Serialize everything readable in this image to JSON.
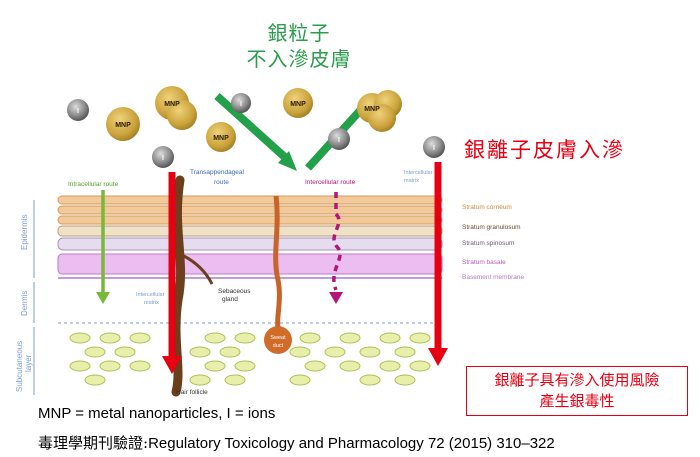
{
  "top_title": {
    "line1": "銀粒子",
    "line2": "不入滲皮膚"
  },
  "right_title": "銀離子皮膚入滲",
  "risk_box": {
    "line1": "銀離子具有滲入使用風險",
    "line2": "產生銀毒性"
  },
  "legend": "MNP = metal nanoparticles, I = ions",
  "citation": {
    "prefix": "毒理學期刊驗證:",
    "source": "Regulatory Toxicology and Pharmacology 72 (2015) 310–322"
  },
  "particles": {
    "mnp_label": "MNP",
    "ion_label": "I"
  },
  "routes": {
    "intracellular": "Intracellular route",
    "transappendageal_1": "Transappendageal",
    "transappendageal_2": "route",
    "intercellular": "Intercellular route",
    "intercellular_matrix_1": "Intercellular",
    "intercellular_matrix_2": "matrix",
    "matrix_top_1": "Intercellular",
    "matrix_top_2": "matrix"
  },
  "layers": {
    "stratum_corneum": "Stratum corneum",
    "stratum_granulosum": "Stratum granulosum",
    "stratum_spinosum": "Stratum spinosum",
    "stratum_basale": "Stratum basale",
    "basement_membrane": "Basement membrane"
  },
  "side_labels": {
    "epidermis": "Epidermis",
    "dermis": "Dermis",
    "subcutaneous_1": "Subcutaneous",
    "subcutaneous_2": "layer"
  },
  "structures": {
    "sebaceous_1": "Sebaceous",
    "sebaceous_2": "gland",
    "sweat_1": "Sweat",
    "sweat_2": "duct",
    "hair_follicle": "Hair follicle"
  },
  "colors": {
    "green_title": "#2a9d4b",
    "red": "#e60012",
    "gold_particle": "#c9a13a",
    "ion_gray": "#8a8a8a",
    "corneum": "#f2c99a",
    "spinosum": "#e0d4e8",
    "basale": "#ecbdf0",
    "fat_cell": "#e8efaa",
    "label_blue": "#7a9fd4",
    "intercellular_route": "#b3157a"
  }
}
